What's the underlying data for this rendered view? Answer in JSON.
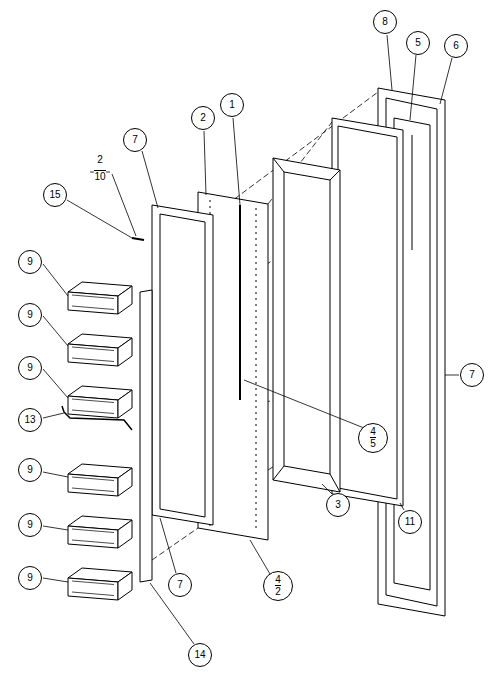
{
  "diagram": {
    "nodes": [
      {
        "text": [
          "8"
        ]
      },
      {
        "text": [
          "5"
        ]
      },
      {
        "text": [
          "6"
        ]
      },
      {
        "text": [
          "1"
        ]
      },
      {
        "text": [
          "2"
        ]
      },
      {
        "text": [
          "7"
        ]
      },
      {
        "text": [
          "15"
        ]
      },
      {
        "text": [
          "9"
        ]
      },
      {
        "text": [
          "9"
        ]
      },
      {
        "text": [
          "9"
        ]
      },
      {
        "text": [
          "7"
        ]
      },
      {
        "text": [
          "13"
        ]
      },
      {
        "text": [
          "4",
          "5"
        ]
      },
      {
        "text": [
          "9"
        ]
      },
      {
        "text": [
          "3"
        ]
      },
      {
        "text": [
          "11"
        ]
      },
      {
        "text": [
          "9"
        ]
      },
      {
        "text": [
          "9"
        ]
      },
      {
        "text": [
          "7"
        ]
      },
      {
        "text": [
          "4",
          "2"
        ]
      },
      {
        "text": [
          "14"
        ]
      }
    ],
    "labels": [
      "2",
      "10"
    ]
  }
}
